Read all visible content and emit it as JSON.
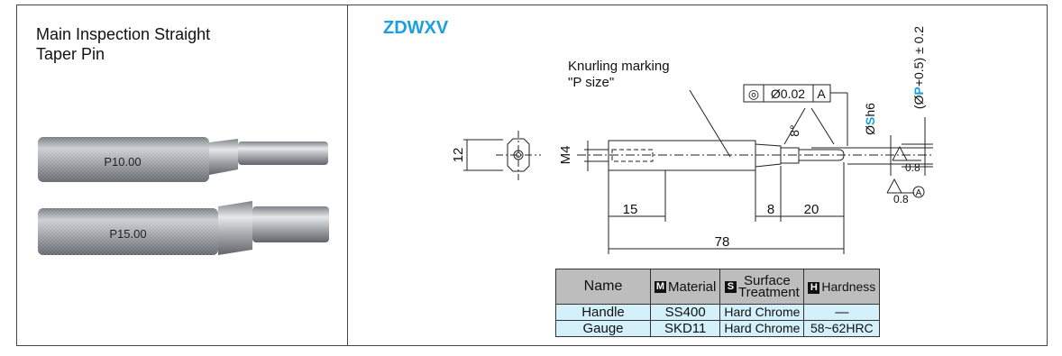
{
  "product": {
    "title_line1": "Main Inspection Straight",
    "title_line2": "Taper Pin",
    "pin_labels": [
      "P10.00",
      "P15.00"
    ]
  },
  "drawing": {
    "series_code": "ZDWXV",
    "note_line1": "Knurling marking",
    "note_line2": "\"P size\"",
    "tolerance_symbol": "◎",
    "tolerance_value": "Ø0.02",
    "datum": "A",
    "angle": "8°",
    "dim_12": "12",
    "dim_m4": "M4",
    "dim_15": "15",
    "dim_8": "8",
    "dim_20": "20",
    "dim_78": "78",
    "dim_s_prefix": "Ø",
    "dim_s_letter": "S",
    "dim_s_suffix": "h6",
    "dim_p_prefix": "(Ø",
    "dim_p_letter": "P",
    "dim_p_suffix": "+0.5) ± 0.2",
    "roughness_1": "0.8",
    "roughness_2": "0.8",
    "datum_circle": "A"
  },
  "spec_table": {
    "headers": {
      "name": "Name",
      "material_badge": "M",
      "material": "Material",
      "surface_badge": "S",
      "surface_line1": "Surface",
      "surface_line2": "Treatment",
      "hardness_badge": "H",
      "hardness": "Hardness"
    },
    "rows": [
      {
        "name": "Handle",
        "material": "SS400",
        "surface": "Hard Chrome",
        "hardness": "—"
      },
      {
        "name": "Gauge",
        "material": "SKD11",
        "surface": "Hard Chrome",
        "hardness": "58~62HRC"
      }
    ]
  },
  "colors": {
    "accent": "#1aa0e0",
    "table_header": "#bdbdbd",
    "table_row": "#d4f0fb"
  }
}
